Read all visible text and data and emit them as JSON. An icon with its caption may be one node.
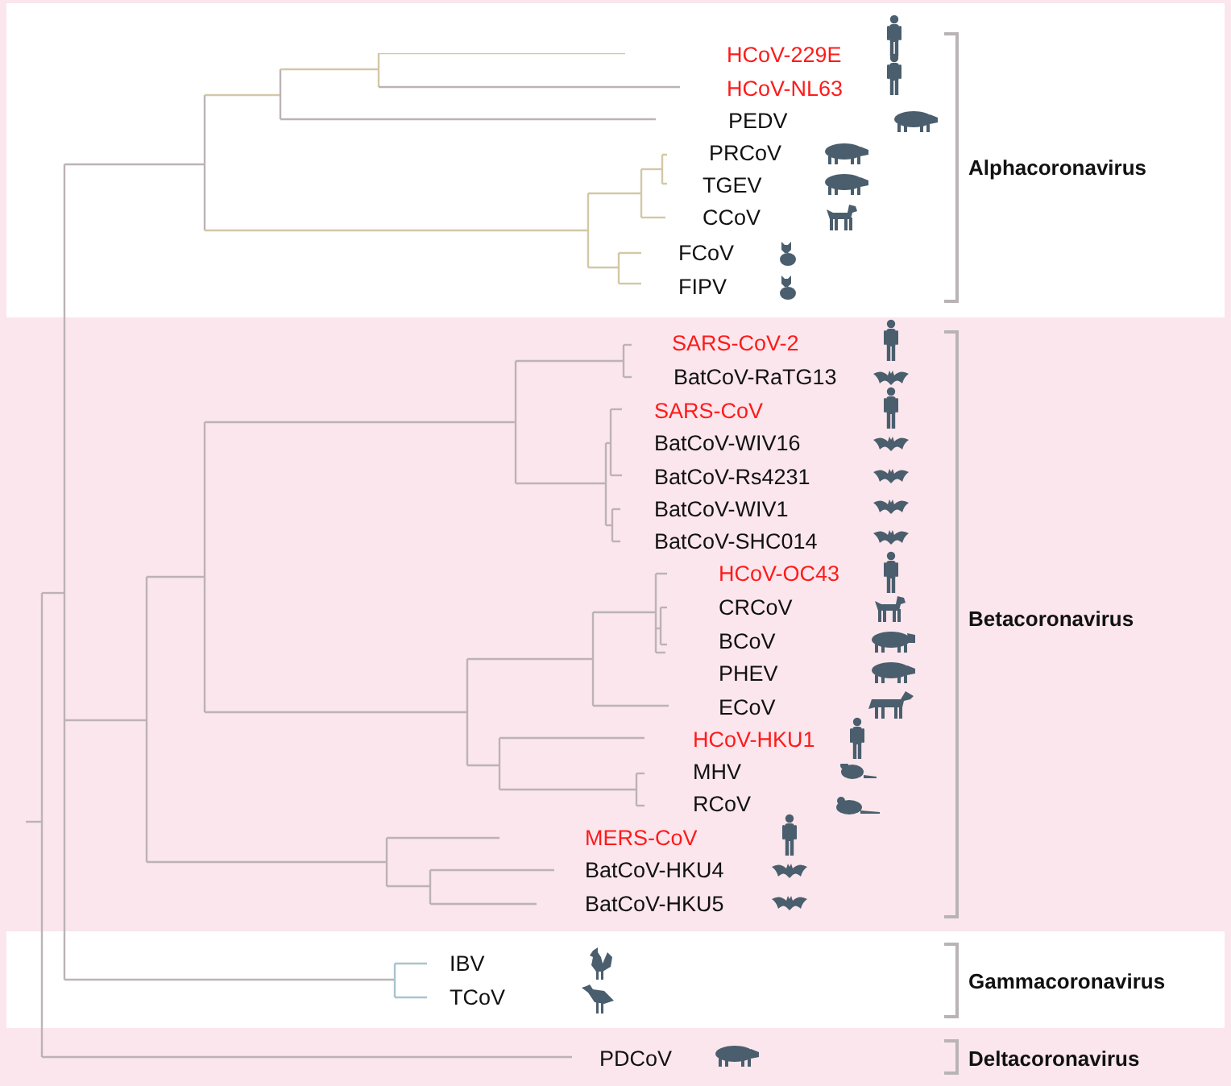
{
  "diagram": {
    "labels": [
      "HCoV-229E",
      "HCoV-NL63",
      "PEDV",
      "PRCoV",
      "Alphacoronavirus",
      "TGEV",
      "CCoV",
      "FCoV",
      "FIPV",
      "SARS-CoV-2",
      "BatCoV-RaTG13",
      "SARS-CoV",
      "BatCoV-WIV16",
      "BatCoV-Rs4231",
      "BatCoV-WIV1",
      "BatCoV-SHC014",
      "HCoV-OC43",
      "CRCoV",
      "Betacoronavirus",
      "BCoV",
      "PHEV",
      "ECoV",
      "HCoV-HKU1",
      "MHV",
      "RCoV",
      "MERS-CoV",
      "BatCoV-HKU4",
      "BatCoV-HKU5",
      "IBV",
      "Gammacoronavirus",
      "TCoV",
      "PDCoV",
      "Deltacoronavirus"
    ]
  }
}
